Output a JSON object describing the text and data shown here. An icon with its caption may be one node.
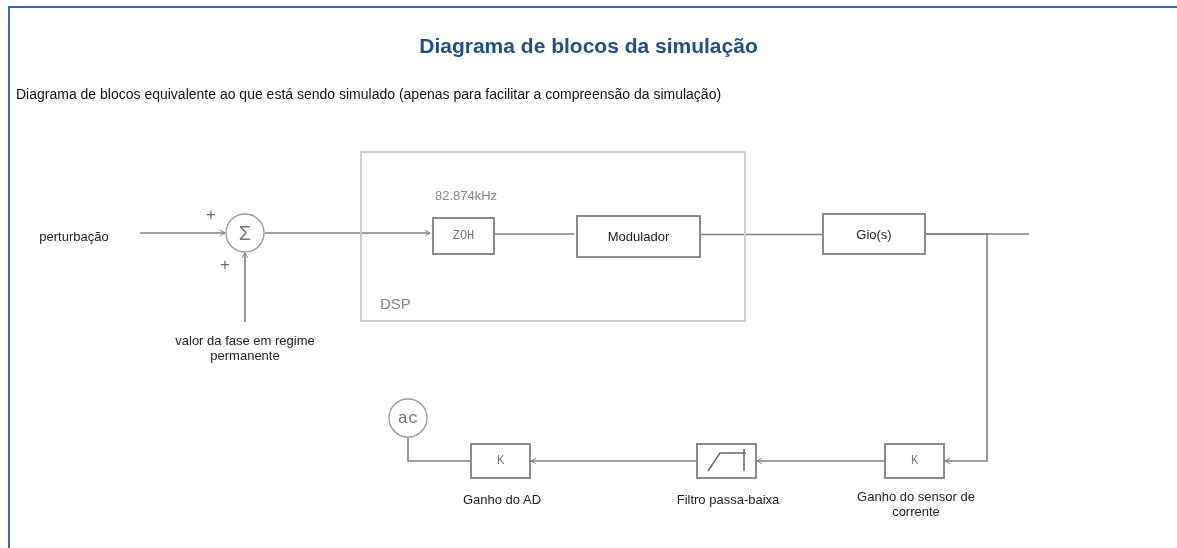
{
  "diagram": {
    "title": "Diagrama de blocos da simulação",
    "nodes": [
      {
        "text": [
          "perturbação"
        ]
      },
      {
        "text": [
          "Σ"
        ],
        "beside": [
          "+",
          "+"
        ]
      },
      {
        "text": [
          "valor da fase em regime permanente"
        ]
      },
      {
        "text": [
          "DSP"
        ]
      },
      {
        "text": [
          "ZOH"
        ],
        "in": 3,
        "beside": [
          "82.874kHz"
        ]
      },
      {
        "text": [
          "Modulador"
        ],
        "in": 3
      },
      {
        "text": [
          "Gio(s)"
        ]
      },
      {
        "text": [
          "K"
        ],
        "beside": [
          "Ganho do sensor de corrente"
        ]
      },
      {
        "text": [],
        "shape": "box",
        "beside": [
          "Filtro passa-baixa"
        ]
      },
      {
        "text": [
          "K"
        ],
        "beside": [
          "Ganho do AD"
        ]
      },
      {
        "text": [
          "ac"
        ]
      }
    ],
    "edges": [
      {
        "from": 0,
        "to": 1,
        "arrow": "to"
      },
      {
        "from": 2,
        "to": 1,
        "arrow": "to"
      },
      {
        "from": 1,
        "to": 4,
        "arrow": "to"
      },
      {
        "from": 4,
        "to": 5,
        "arrow": "none"
      },
      {
        "from": 5,
        "to": 6,
        "arrow": "none"
      },
      {
        "from": 6,
        "to": null,
        "arrow": "none"
      },
      {
        "from": 6,
        "to": 7,
        "arrow": "to"
      },
      {
        "from": 7,
        "to": 8,
        "arrow": "to"
      },
      {
        "from": 8,
        "to": 9,
        "arrow": "to"
      },
      {
        "from": 9,
        "to": 10,
        "arrow": "none"
      }
    ],
    "labels": [
      "Diagrama de blocos equivalente ao que está sendo simulado (apenas para facilitar a compreensão da simulação)"
    ]
  }
}
